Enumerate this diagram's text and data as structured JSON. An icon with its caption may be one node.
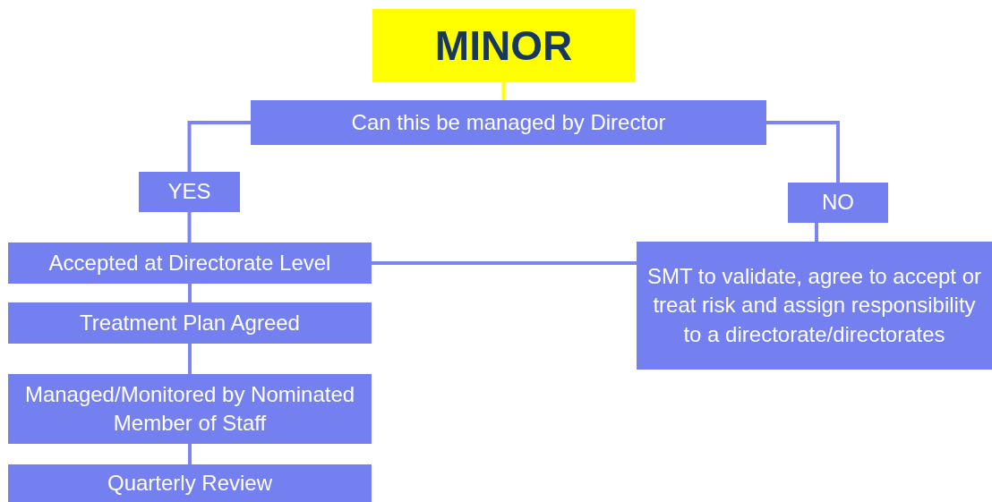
{
  "diagram": {
    "nodes": [
      {
        "text": [
          "MINOR"
        ]
      },
      {
        "text": [
          "Can this be managed by Director"
        ]
      },
      {
        "text": [
          "YES"
        ]
      },
      {
        "text": [
          "NO"
        ]
      },
      {
        "text": [
          "Accepted at Directorate Level"
        ]
      },
      {
        "text": [
          "Treatment Plan Agreed"
        ]
      },
      {
        "text": [
          "Managed/Monitored by Nominated Member of Staff"
        ]
      },
      {
        "text": [
          "Quarterly Review"
        ]
      },
      {
        "text": [
          "SMT to validate, agree to accept or treat risk and assign responsibility to a directorate/directorates"
        ]
      }
    ],
    "edges": [
      {
        "from": 0,
        "to": 1,
        "arrow": "none",
        "color": "#ffff00"
      },
      {
        "from": 1,
        "to": 2,
        "arrow": "none"
      },
      {
        "from": 2,
        "to": 4,
        "arrow": "none"
      },
      {
        "from": 1,
        "to": 3,
        "arrow": "none"
      },
      {
        "from": 3,
        "to": 8,
        "arrow": "none"
      },
      {
        "from": 8,
        "to": 4,
        "arrow": "none"
      },
      {
        "from": 4,
        "to": 5,
        "arrow": "none"
      },
      {
        "from": 5,
        "to": 6,
        "arrow": "none"
      },
      {
        "from": 6,
        "to": 7,
        "arrow": "none"
      }
    ]
  }
}
